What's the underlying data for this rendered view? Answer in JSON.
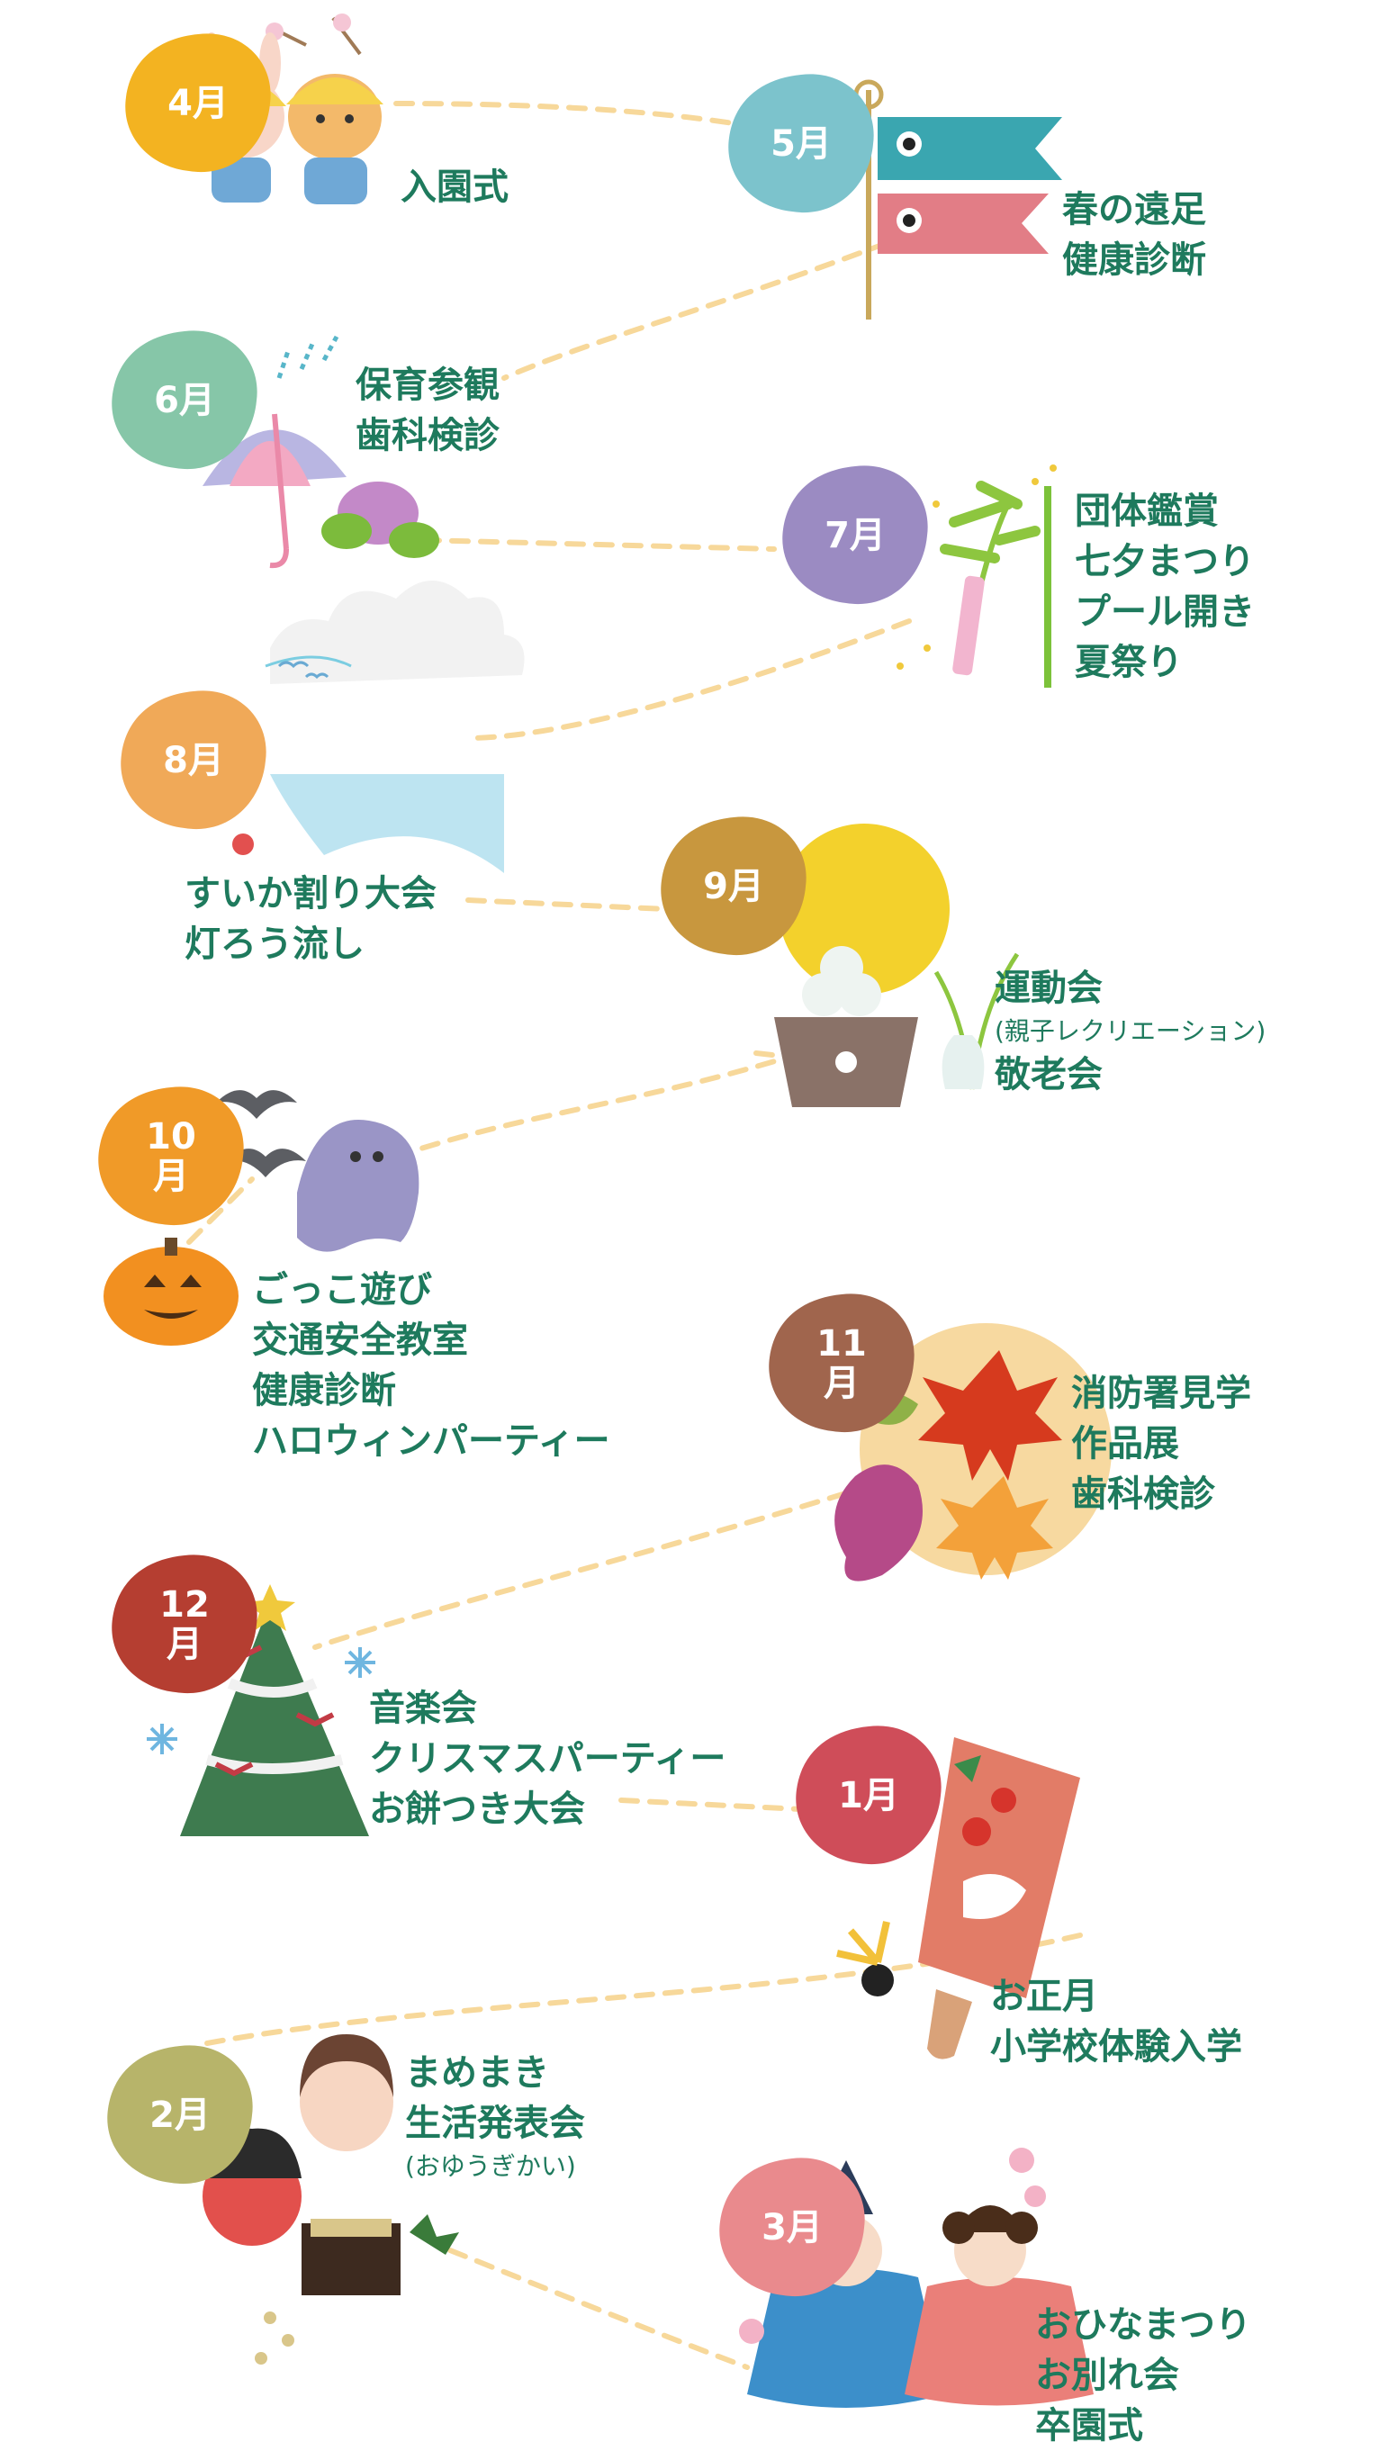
{
  "months": [
    {
      "key": "apr",
      "label": "4月",
      "color": "#f3b321",
      "events": [
        {
          "text": "入園式"
        }
      ]
    },
    {
      "key": "may",
      "label": "5月",
      "color": "#7cc3cc",
      "events": [
        {
          "text": "春の遠足"
        },
        {
          "text": "健康診断"
        }
      ]
    },
    {
      "key": "jun",
      "label": "6月",
      "color": "#86c6a8",
      "events": [
        {
          "text": "保育参観"
        },
        {
          "text": "歯科検診"
        }
      ]
    },
    {
      "key": "jul",
      "label": "7月",
      "color": "#9b8bc2",
      "events": [
        {
          "text": "団体鑑賞"
        },
        {
          "text": "七夕まつり"
        },
        {
          "text": "プール開き"
        },
        {
          "text": "夏祭り"
        }
      ]
    },
    {
      "key": "aug",
      "label": "8月",
      "color": "#f0a958",
      "events": [
        {
          "text": "すいか割り大会"
        },
        {
          "text": "灯ろう流し"
        }
      ]
    },
    {
      "key": "sep",
      "label": "9月",
      "color": "#c8973e",
      "events": [
        {
          "text": "運動会"
        },
        {
          "text": "(親子レクリエーション)",
          "small": true
        },
        {
          "text": "敬老会"
        }
      ]
    },
    {
      "key": "oct",
      "label": "10月",
      "color": "#f09a28",
      "events": [
        {
          "text": "ごっこ遊び"
        },
        {
          "text": "交通安全教室"
        },
        {
          "text": "健康診断"
        },
        {
          "text": "ハロウィンパーティー"
        }
      ]
    },
    {
      "key": "nov",
      "label": "11月",
      "color": "#a0654d",
      "events": [
        {
          "text": "消防署見学"
        },
        {
          "text": "作品展"
        },
        {
          "text": "歯科検診"
        }
      ]
    },
    {
      "key": "dec",
      "label": "12月",
      "color": "#b53e31",
      "events": [
        {
          "text": "音楽会"
        },
        {
          "text": "クリスマスパーティー"
        },
        {
          "text": "お餅つき大会"
        }
      ]
    },
    {
      "key": "jan",
      "label": "1月",
      "color": "#cf4d59",
      "events": [
        {
          "text": "お正月"
        },
        {
          "text": "小学校体験入学"
        }
      ]
    },
    {
      "key": "feb",
      "label": "2月",
      "color": "#b7b46a",
      "events": [
        {
          "text": "まめまき"
        },
        {
          "text": "生活発表会"
        },
        {
          "text": "(おゆうぎかい)",
          "small": true
        }
      ]
    },
    {
      "key": "mar",
      "label": "3月",
      "color": "#e98a8d",
      "events": [
        {
          "text": "おひなまつり"
        },
        {
          "text": "お別れ会"
        },
        {
          "text": "卒園式"
        }
      ]
    }
  ],
  "colors": {
    "text": "#1e7a5d",
    "path": "#f7d89a"
  },
  "icons": [
    "bunny-bear-kids-icon",
    "carp-streamer-icon",
    "umbrella-hydrangea-icon",
    "bamboo-tanabata-icon",
    "sea-cloud-icon",
    "moon-dango-icon",
    "ghost-bats-pumpkin-icon",
    "leaves-sweet-potato-icon",
    "christmas-tree-icon",
    "hagoita-paddle-icon",
    "oni-okame-beans-icon",
    "hina-dolls-icon"
  ]
}
